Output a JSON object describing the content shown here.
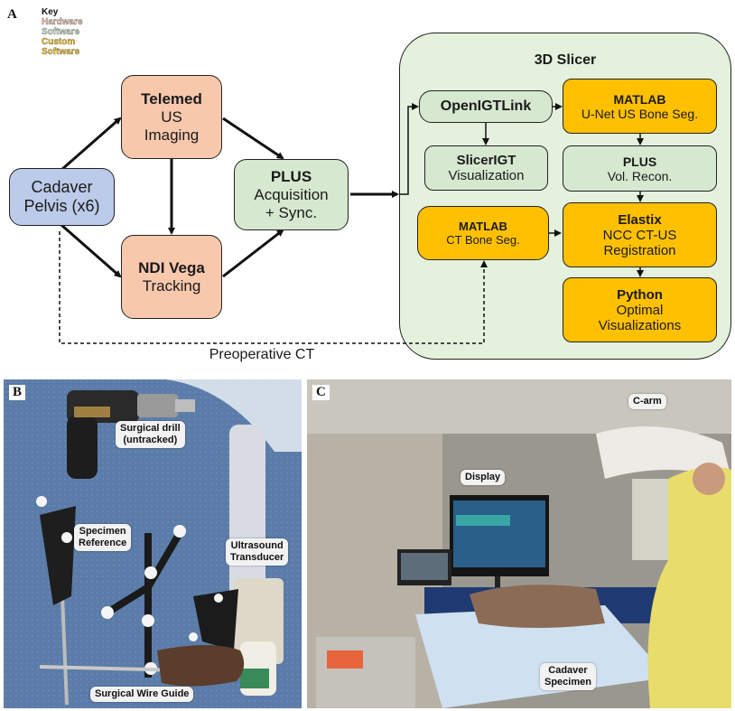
{
  "panels": {
    "a": "A",
    "b": "B",
    "c": "C"
  },
  "key": {
    "title": "Key",
    "items": [
      {
        "label": "Hardware",
        "color": "#f8c8ad"
      },
      {
        "label": "Software",
        "color": "#d6e8cf"
      },
      {
        "label": "Custom",
        "color": "#ffc000"
      },
      {
        "label": "Software",
        "color": "#ffc000"
      }
    ]
  },
  "nodes": {
    "cadaver": {
      "line1": "Cadaver",
      "line2": "Pelvis (x6)"
    },
    "telemed": {
      "title": "Telemed",
      "line1": "US",
      "line2": "Imaging"
    },
    "ndi": {
      "title": "NDI Vega",
      "line1": "Tracking"
    },
    "plus_acq": {
      "title": "PLUS",
      "line1": "Acquisition",
      "line2": "+ Sync."
    },
    "openigtlink": {
      "title": "OpenIGTLink"
    },
    "slicerigt": {
      "title": "SlicerIGT",
      "line1": "Visualization"
    },
    "matlab_ct": {
      "title": "MATLAB",
      "line1": "CT Bone Seg."
    },
    "matlab_us": {
      "title": "MATLAB",
      "line1": "U-Net US Bone Seg."
    },
    "plus_vol": {
      "title": "PLUS",
      "line1": "Vol. Recon."
    },
    "elastix": {
      "title": "Elastix",
      "line1": "NCC CT-US",
      "line2": "Registration"
    },
    "python": {
      "title": "Python",
      "line1": "Optimal",
      "line2": "Visualizations"
    }
  },
  "slicer_title": "3D Slicer",
  "preop_label": "Preoperative CT",
  "photo_b": {
    "callouts": {
      "drill": {
        "line1": "Surgical drill",
        "line2": "(untracked)"
      },
      "specimen_ref": {
        "line1": "Specimen",
        "line2": "Reference"
      },
      "transducer": {
        "line1": "Ultrasound",
        "line2": "Transducer"
      },
      "wire_guide": {
        "line1": "Surgical Wire Guide"
      }
    }
  },
  "photo_c": {
    "callouts": {
      "display": {
        "line1": "Display"
      },
      "carm": {
        "line1": "C-arm"
      },
      "cadaver": {
        "line1": "Cadaver",
        "line2": "Specimen"
      }
    }
  }
}
